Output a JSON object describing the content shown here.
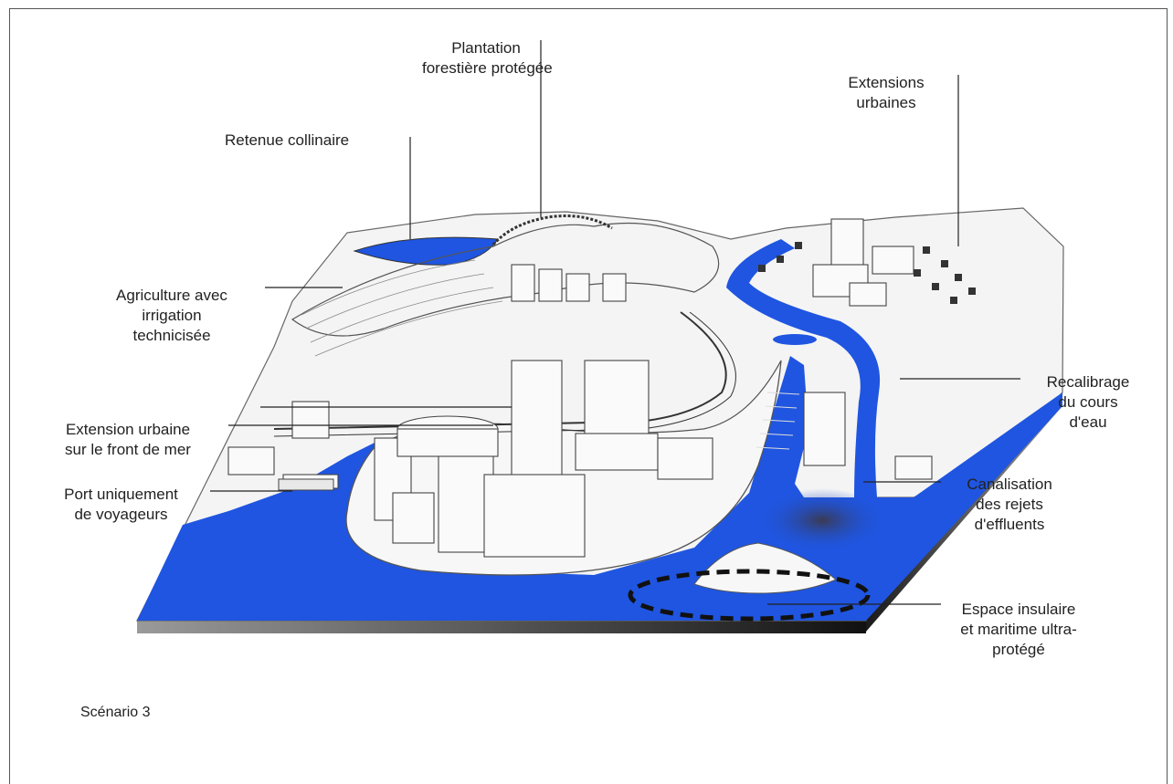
{
  "scenario_label": "Scénario 3",
  "colors": {
    "water": "#1f55e0",
    "land": "#f4f4f4",
    "side_dark": "#2a2a2a",
    "side_light": "#8a8a8a",
    "pencil": "#444444"
  },
  "annotations": [
    {
      "id": "plantation",
      "lines": [
        "Plantation",
        "forestière protégée"
      ]
    },
    {
      "id": "extensions-urbaines",
      "lines": [
        "Extensions",
        "urbaines"
      ]
    },
    {
      "id": "retenue",
      "lines": [
        "Retenue collinaire"
      ]
    },
    {
      "id": "agriculture",
      "lines": [
        "Agriculture avec",
        "irrigation",
        "technicisée"
      ]
    },
    {
      "id": "recalibrage",
      "lines": [
        "Recalibrage",
        "du cours",
        "d'eau"
      ]
    },
    {
      "id": "extension-front-mer",
      "lines": [
        "Extension  urbaine",
        "sur le front de mer"
      ]
    },
    {
      "id": "canalisation",
      "lines": [
        "Canalisation",
        "des rejets",
        "d'effluents"
      ]
    },
    {
      "id": "port",
      "lines": [
        "Port uniquement",
        "de voyageurs"
      ]
    },
    {
      "id": "espace-insulaire",
      "lines": [
        "Espace insulaire",
        "et maritime  ultra-",
        "protégé"
      ]
    }
  ]
}
